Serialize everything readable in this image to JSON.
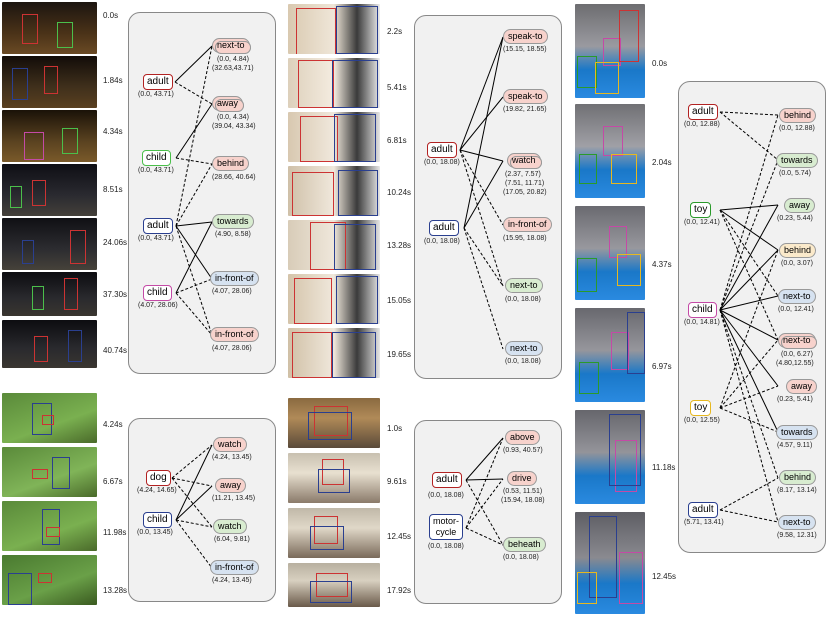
{
  "timestamps": {
    "a": [
      "0.0s",
      "1.84s",
      "4.34s",
      "8.51s",
      "24.06s",
      "37.30s",
      "40.74s"
    ],
    "b": [
      "2.2s",
      "5.41s",
      "6.81s",
      "10.24s",
      "13.28s",
      "15.05s",
      "19.65s"
    ],
    "c": [
      "0.0s",
      "2.04s",
      "4.37s",
      "6.97s",
      "11.18s",
      "12.45s"
    ],
    "d": [
      "4.24s",
      "6.67s",
      "11.98s",
      "13.28s"
    ],
    "e": [
      "1.0s",
      "9.61s",
      "12.45s",
      "17.92s"
    ]
  },
  "graph1": {
    "entities": [
      {
        "label": "adult",
        "range": "(0.0, 43.71)"
      },
      {
        "label": "child",
        "range": "(0.0, 43.71)"
      },
      {
        "label": "adult",
        "range": "(0.0, 43.71)"
      },
      {
        "label": "child",
        "range": "(4.07, 28.06)"
      }
    ],
    "relations": [
      {
        "label": "next-to",
        "range": "(0.0, 4.84)",
        "range2": "(32.63,43.71)"
      },
      {
        "label": "away",
        "range": "(0.0, 4.34)",
        "range2": "(39.04, 43.34)"
      },
      {
        "label": "behind",
        "range": "(28.66, 40.64)",
        "range2": ""
      },
      {
        "label": "towards",
        "range": "(4.90, 8.58)",
        "range2": ""
      },
      {
        "label": "in-front-of",
        "range": "(4.07, 28.06)",
        "range2": ""
      },
      {
        "label": "in-front-of",
        "range": "(4.07, 28.06)",
        "range2": ""
      }
    ]
  },
  "graph2": {
    "entities": [
      {
        "label": "adult",
        "range": "(0.0, 18.08)"
      },
      {
        "label": "adult",
        "range": "(0.0, 18.08)"
      }
    ],
    "relations": [
      {
        "label": "speak-to",
        "range": "(15.15, 18.55)"
      },
      {
        "label": "speak-to",
        "range": "(19.82, 21.65)"
      },
      {
        "label": "watch",
        "range": "(2.37, 7.57)",
        "range2": "(7.51, 11.71)",
        "range3": "(17.05, 20.82)"
      },
      {
        "label": "in-front-of",
        "range": "(15.95, 18.08)"
      },
      {
        "label": "next-to",
        "range": "(0.0, 18.08)"
      },
      {
        "label": "next-to",
        "range": "(0.0, 18.08)"
      }
    ]
  },
  "graph3": {
    "entities": [
      {
        "label": "adult",
        "range": "(0.0, 12.88)"
      },
      {
        "label": "toy",
        "range": "(0.0, 12.41)"
      },
      {
        "label": "child",
        "range": "(0.0, 14.81)"
      },
      {
        "label": "toy",
        "range": "(0.0, 12.55)"
      },
      {
        "label": "adult",
        "range": "(5.71, 13.41)"
      }
    ],
    "relations": [
      {
        "label": "behind",
        "range": "(0.0, 12.88)"
      },
      {
        "label": "towards",
        "range": "(0.0, 5.74)"
      },
      {
        "label": "away",
        "range": "(0.23, 5.44)"
      },
      {
        "label": "behind",
        "range": "(0.0, 3.07)"
      },
      {
        "label": "next-to",
        "range": "(0.0, 12.41)"
      },
      {
        "label": "next-to",
        "range": "(0.0, 6.27)",
        "range2": "(4.80,12.55)"
      },
      {
        "label": "away",
        "range": "(0.23, 5.41)"
      },
      {
        "label": "towards",
        "range": "(4.57, 9.11)"
      },
      {
        "label": "behind",
        "range": "(8.17, 13.14)"
      },
      {
        "label": "next-to",
        "range": "(9.58, 12.31)"
      }
    ]
  },
  "graph4": {
    "entities": [
      {
        "label": "dog",
        "range": "(4.24, 14.65)"
      },
      {
        "label": "child",
        "range": "(0.0, 13.45)"
      }
    ],
    "relations": [
      {
        "label": "watch",
        "range": "(4.24, 13.45)"
      },
      {
        "label": "away",
        "range": "(11.21, 13.45)"
      },
      {
        "label": "watch",
        "range": "(6.04, 9.81)"
      },
      {
        "label": "in-front-of",
        "range": "(4.24, 13.45)"
      }
    ]
  },
  "graph5": {
    "entities": [
      {
        "label": "adult",
        "range": "(0.0, 18.08)"
      },
      {
        "label": "motor-",
        "label2": "cycle",
        "range": "(0.0, 18.08)"
      }
    ],
    "relations": [
      {
        "label": "above",
        "range": "(0.93, 40.57)"
      },
      {
        "label": "drive",
        "range": "(0.53, 11.51)",
        "range2": "(15.94, 18.08)"
      },
      {
        "label": "beheath",
        "range": "(0.0, 18.08)"
      }
    ]
  },
  "colors": {
    "adult": "#b22222",
    "child": "#2a3f8f",
    "child_green": "#4bbf4b",
    "child_pink": "#c44aa6",
    "toy_green": "#2a9a2a",
    "toy_yellow": "#e6b820",
    "red_rel": "#f7d2cc",
    "green_rel": "#d8ecd0",
    "blue_rel": "#d6e2f0"
  }
}
